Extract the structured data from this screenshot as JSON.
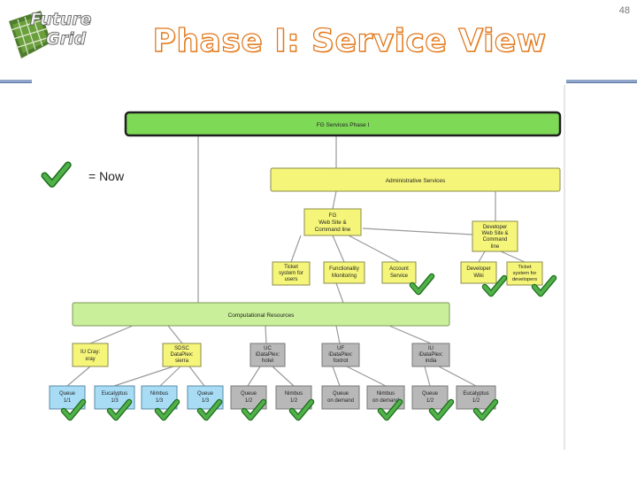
{
  "slide": {
    "number": "48",
    "title": "Phase I: Service View",
    "logo_line1": "Future",
    "logo_line2": "Grid",
    "legend_text": "= Now"
  },
  "diagram": {
    "root": "FG Services Phase I",
    "admin": "Administrative Services",
    "fg_web": [
      "FG",
      "Web Site &",
      "Command line"
    ],
    "dev_web": [
      "Developer",
      "Web Site &",
      "Command",
      "line"
    ],
    "admin_children": [
      [
        "Ticket",
        "system for",
        "users"
      ],
      [
        "Functionality",
        "Monitoring"
      ],
      [
        "Account",
        "Service"
      ],
      [
        "Developer",
        "Wiki"
      ],
      [
        "Ticket",
        "system for",
        "developers"
      ]
    ],
    "compute": "Computational Resources",
    "resources": [
      [
        "IU Cray:",
        "xray"
      ],
      [
        "SDSC",
        "DataPlex:",
        "sierra"
      ],
      [
        "UC",
        "iDataPlex:",
        "hotel"
      ],
      [
        "UF",
        "iDataPlex:",
        "foxtrot"
      ],
      [
        "IU",
        "iDataPlex:",
        "india"
      ]
    ],
    "leaves": [
      [
        "Queue",
        "1/1"
      ],
      [
        "Eucalyptus",
        "1/3"
      ],
      [
        "Nimbus",
        "1/3"
      ],
      [
        "Queue",
        "1/3"
      ],
      [
        "Queue",
        "1/2"
      ],
      [
        "Nimbus",
        "1/2"
      ],
      [
        "Queue",
        "on demand"
      ],
      [
        "Nimbus",
        "on demand"
      ],
      [
        "Queue",
        "1/2"
      ],
      [
        "Eucalyptus",
        "1/2"
      ]
    ]
  }
}
